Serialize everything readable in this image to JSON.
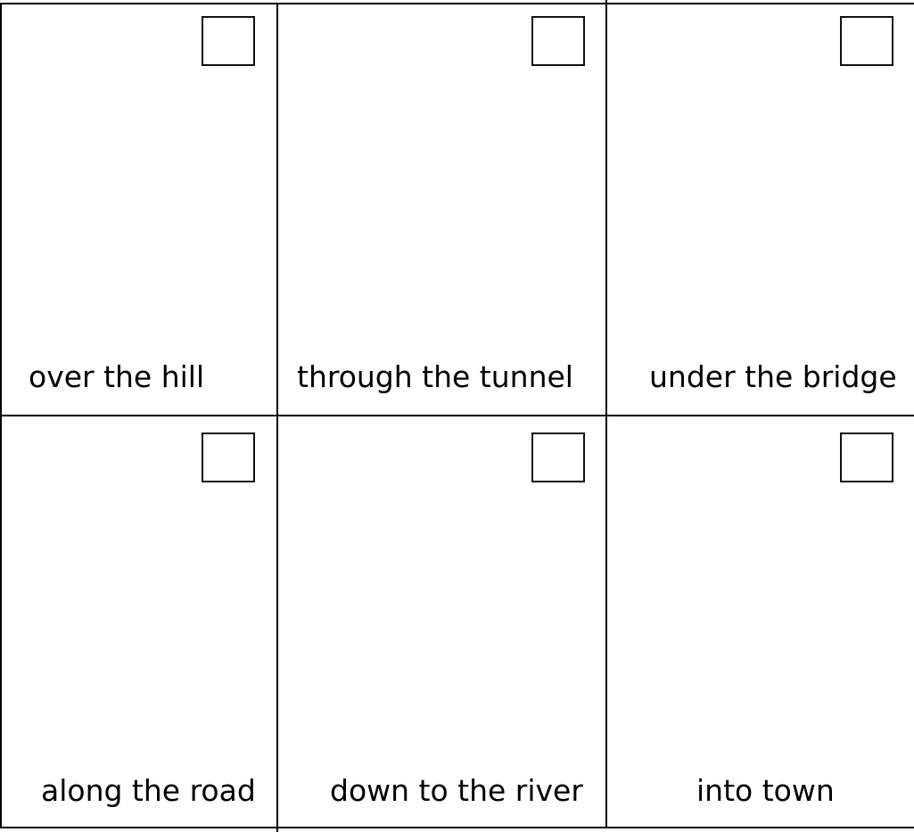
{
  "worksheet": {
    "cards": [
      {
        "label": "over the hill"
      },
      {
        "label": "through the tunnel"
      },
      {
        "label": "under the bridge"
      },
      {
        "label": "along the road"
      },
      {
        "label": "down to the river"
      },
      {
        "label": "into town"
      }
    ]
  },
  "colors": {
    "lines": "#000000",
    "text": "#000000",
    "background": "#ffffff"
  }
}
